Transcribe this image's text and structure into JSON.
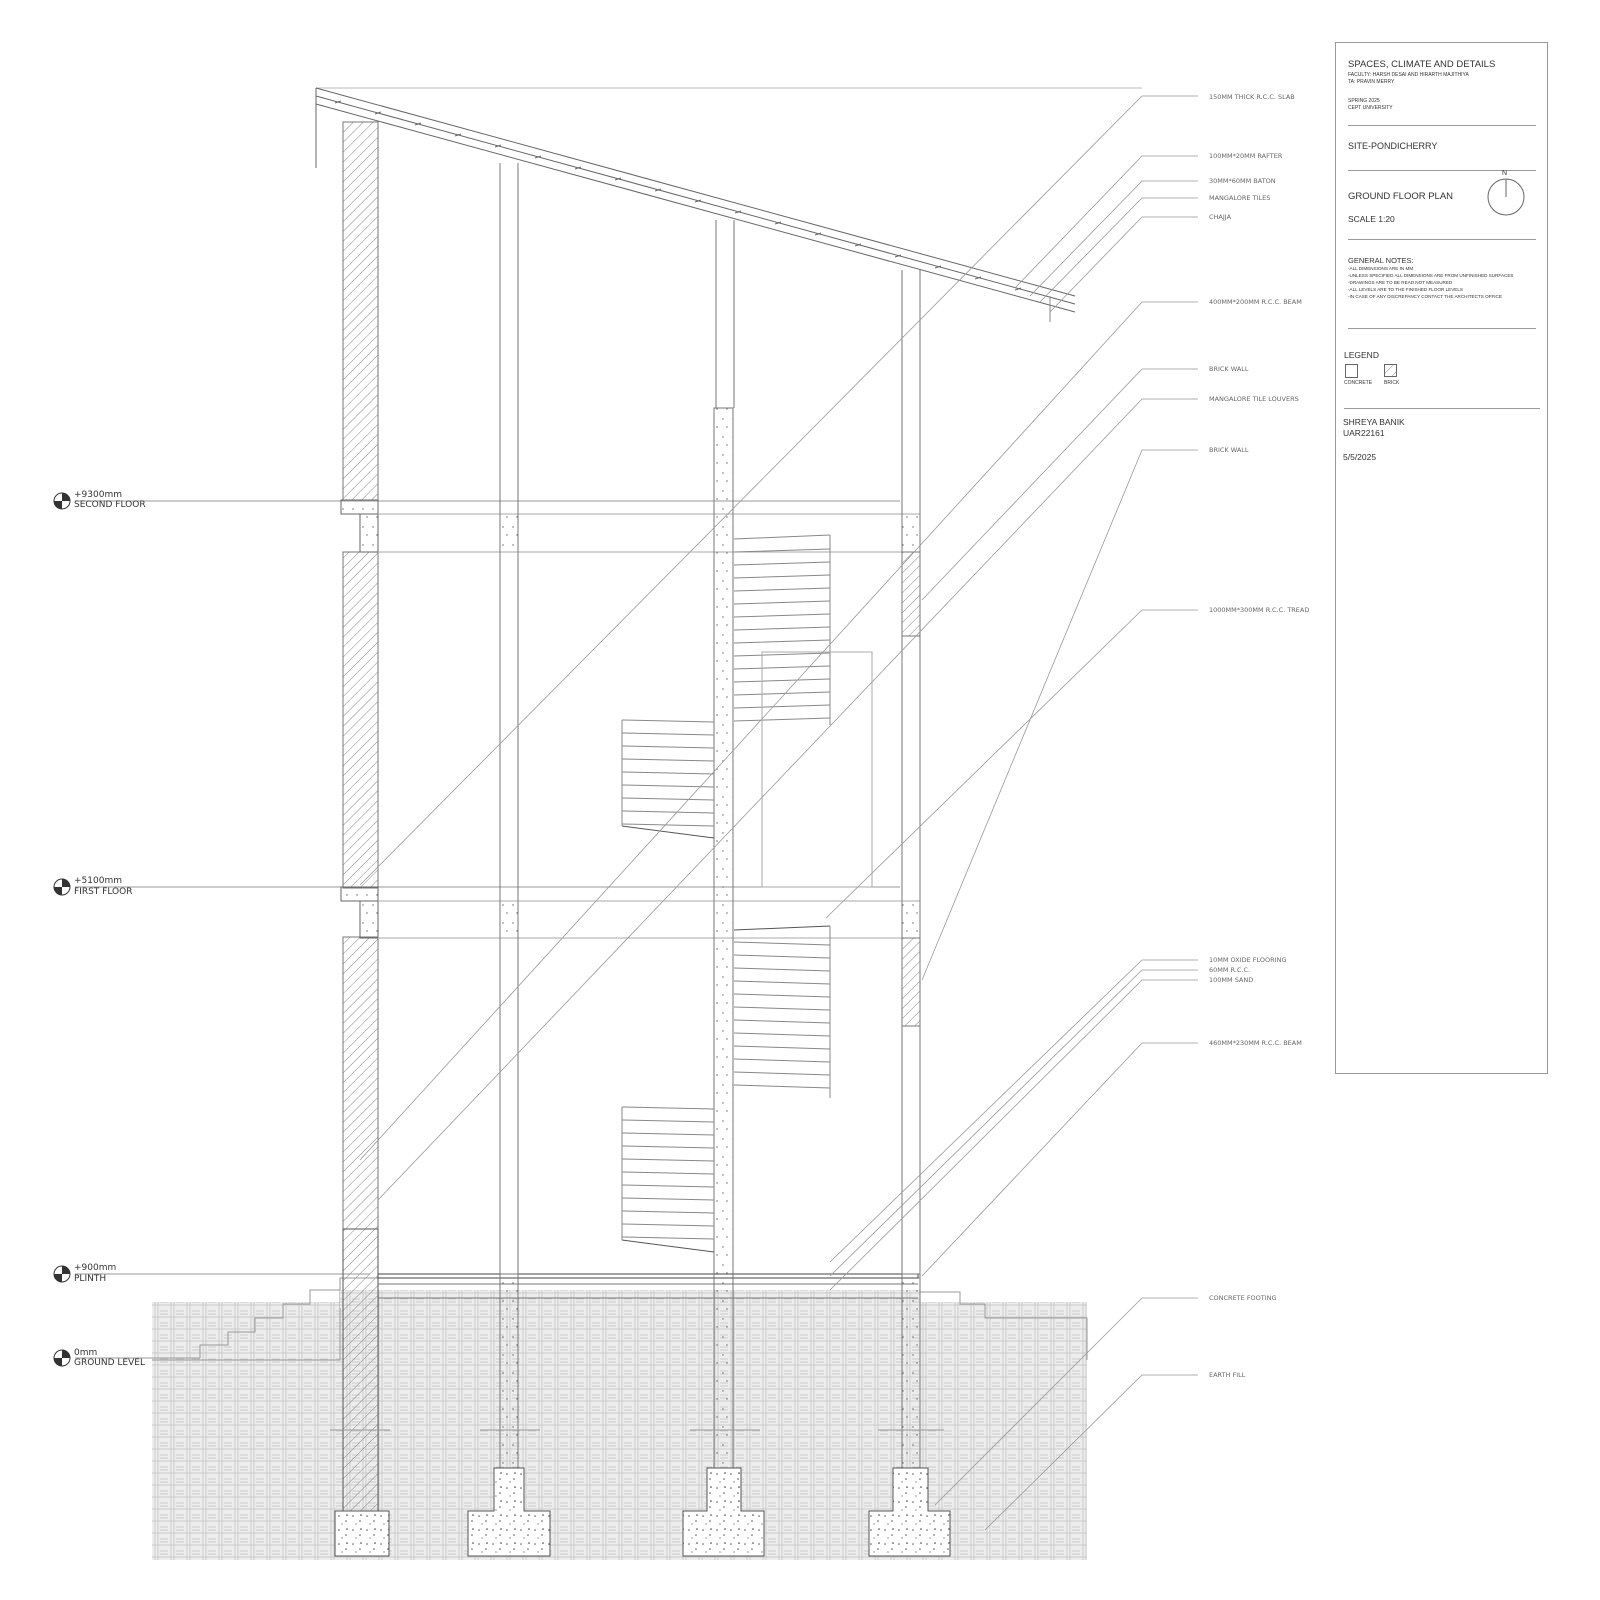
{
  "title_block": {
    "project": "SPACES, CLIMATE AND DETAILS",
    "faculty": "FACULTY: HARSH DESAI AND HIRARTH MAJITHIYA",
    "ta": "TA: PRAVIN MERRY",
    "term": "SPRING 2025",
    "university": "CEPT UNIVERSITY",
    "site": "SITE-PONDICHERRY",
    "drawing": "GROUND FLOOR PLAN",
    "scale": "SCALE 1:20",
    "north": "N",
    "notes_heading": "GENERAL NOTES:",
    "notes": [
      "-ALL DIMENSIONS ARE IN MM",
      "-UNLESS SPECIFIED ALL DIMENSIONS ARE FROM UNFINISHED SURFACES",
      "-DRAWINGS ARE TO BE READ NOT MEASURED",
      "-ALL LEVELS ARE TO THE FINISHED FLOOR LEVELS",
      "-IN CASE OF ANY DISCREPANCY CONTACT THE ARCHITECTS OFFICE"
    ],
    "legend_heading": "LEGEND",
    "legend_concrete": "CONCRETE",
    "legend_brick": "BRICK",
    "student": "SHREYA BANIK",
    "roll": "UAR22161",
    "date": "5/5/2025"
  },
  "levels": [
    {
      "value": "+9300mm",
      "name": "SECOND FLOOR"
    },
    {
      "value": "+5100mm",
      "name": "FIRST FLOOR"
    },
    {
      "value": "+900mm",
      "name": "PLINTH"
    },
    {
      "value": "0mm",
      "name": "GROUND LEVEL"
    }
  ],
  "annotations": [
    "150MM THICK R.C.C. SLAB",
    "100MM*20MM RAFTER",
    "30MM*60MM BATON",
    "MANGALORE TILES",
    "CHAJJA",
    "400MM*200MM R.C.C. BEAM",
    "BRICK WALL",
    "MANGALORE TILE LOUVERS",
    "BRICK WALL",
    "1000MM*300MM R.C.C. TREAD",
    "10MM OXIDE FLOORING",
    "60MM R.C.C.",
    "100MM SAND",
    "460MM*230MM R.C.C. BEAM",
    "CONCRETE FOOTING",
    "EARTH FILL"
  ],
  "colors": {
    "line": "#8a8a8a",
    "dark": "#444444",
    "hatch": "#b5b5b5",
    "ground": "#e6e6e6"
  }
}
